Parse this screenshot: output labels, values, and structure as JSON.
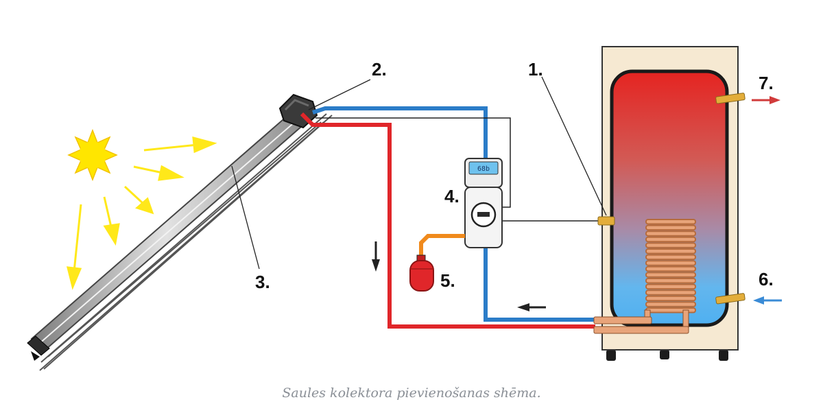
{
  "labels": {
    "sensor": "1.",
    "collector_head": "2.",
    "collector": "3.",
    "controller": "4.",
    "expansion_vessel": "5.",
    "cold_inlet": "6.",
    "hot_outlet": "7."
  },
  "controller_display": "68b",
  "caption": "Saules kolektora pievienošanas shēma.",
  "colors": {
    "hot_pipe": "#e0262a",
    "cold_pipe": "#2b7cc8",
    "sun": "#ffe600",
    "tank_casing": "#f6e9d2",
    "expansion_pipe": "#f08a1c",
    "coil": "#e8a47a"
  },
  "icons": {
    "sun": "sun-icon",
    "flow_arrow": "arrow-icon"
  }
}
